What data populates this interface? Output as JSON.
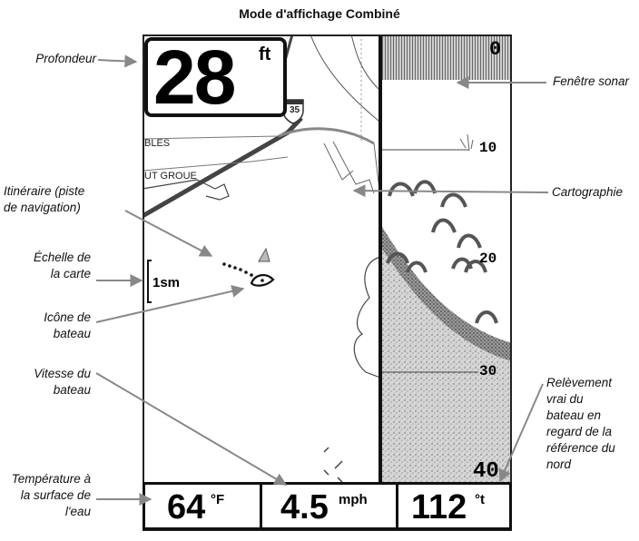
{
  "title": "Mode d'affichage Combiné",
  "callouts": {
    "profondeur": "Profondeur",
    "itineraire_l1": "Itinéraire (piste",
    "itineraire_l2": "de navigation)",
    "echelle_l1": "Échelle de",
    "echelle_l2": "la carte",
    "icone_l1": "Icône de",
    "icone_l2": "bateau",
    "vitesse_l1": "Vitesse du",
    "vitesse_l2": "bateau",
    "temperature_l1": "Température à",
    "temperature_l2": "la surface de",
    "temperature_l3": "l'eau",
    "fenetre_sonar": "Fenêtre sonar",
    "cartographie": "Cartographie",
    "relevement_l1": "Relèvement",
    "relevement_l2": "vrai du",
    "relevement_l3": "bateau en",
    "relevement_l4": "regard de la",
    "relevement_l5": "référence du",
    "relevement_l6": "nord"
  },
  "depth": {
    "value": "28",
    "unit": "ft"
  },
  "map": {
    "scale": "1sm",
    "highway": "35",
    "label_1": "BLES",
    "label_2": "UT GROUE"
  },
  "sonar": {
    "depth_ticks": [
      "0",
      "10",
      "20",
      "30",
      "40"
    ]
  },
  "status": {
    "temperature": {
      "value": "64",
      "unit": "°F"
    },
    "speed": {
      "value": "4.5",
      "unit": "mph"
    },
    "heading": {
      "value": "112",
      "unit": "°t"
    }
  }
}
